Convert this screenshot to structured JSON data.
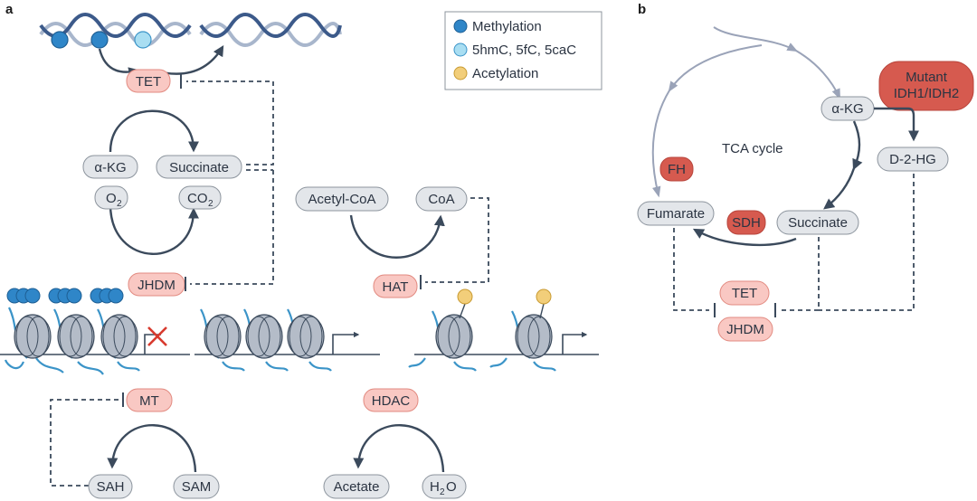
{
  "panels": {
    "a": "a",
    "b": "b"
  },
  "legend": {
    "items": [
      {
        "label": "Methylation",
        "color": "#2f86c8"
      },
      {
        "label": "5hmC, 5fC, 5caC",
        "color": "#a9def2"
      },
      {
        "label": "Acetylation",
        "color": "#f2ce7a"
      }
    ]
  },
  "panel_a": {
    "enzymes": {
      "tet": "TET",
      "jhdm": "JHDM",
      "hat": "HAT",
      "mt": "MT",
      "hdac": "HDAC"
    },
    "metabolites": {
      "akg": "α-KG",
      "succinate": "Succinate",
      "o2": "O",
      "o2_sub": "2",
      "co2": "CO",
      "co2_sub": "2",
      "acetyl_coa": "Acetyl-CoA",
      "coa": "CoA",
      "sah": "SAH",
      "sam": "SAM",
      "acetate": "Acetate",
      "h2o_h": "H",
      "h2o_sub": "2",
      "h2o_o": "O"
    }
  },
  "panel_b": {
    "cycle_label": "TCA cycle",
    "akg": "α-KG",
    "mutant_line1": "Mutant",
    "mutant_line2": "IDH1/IDH2",
    "d2hg": "D-2-HG",
    "fh": "FH",
    "sdh": "SDH",
    "fumarate": "Fumarate",
    "succinate": "Succinate",
    "tet": "TET",
    "jhdm": "JHDM"
  },
  "colors": {
    "enzyme_fill": "#f9c8c3",
    "metabolite_fill": "#e3e6ea",
    "highlight_enzyme": "#d65a4f",
    "arrow": "#3b4a5c",
    "tca_arrow": "#9aa3b8"
  }
}
